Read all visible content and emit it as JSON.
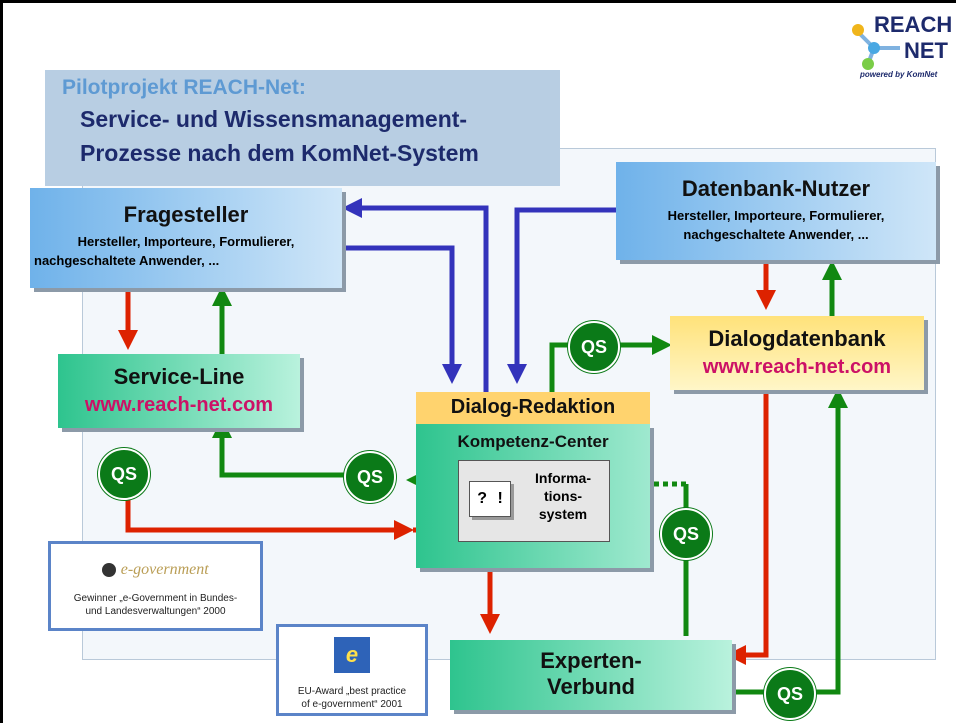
{
  "logo": {
    "line1": "REACH",
    "line2": "NET",
    "tagline": "powered by KomNet"
  },
  "title": {
    "line1": "Pilotprojekt REACH-Net:",
    "line2": "Service- und Wissensmanagement-",
    "line3": "Prozesse nach dem KomNet-System"
  },
  "fragesteller": {
    "title": "Fragesteller",
    "line1": "Hersteller, Importeure, Formulierer,",
    "line2": "nachgeschaltete Anwender, ..."
  },
  "datenbank_nutzer": {
    "title": "Datenbank-Nutzer",
    "line1": "Hersteller, Importeure, Formulierer,",
    "line2": "nachgeschaltete Anwender, ..."
  },
  "service_line": {
    "title": "Service-Line",
    "url": "www.reach-net.com"
  },
  "dialogdatenbank": {
    "title": "Dialogdatenbank",
    "url": "www.reach-net.com"
  },
  "dialog_redaktion": {
    "title": "Dialog-Redaktion"
  },
  "kompetenz_center": {
    "title": "Kompetenz-Center"
  },
  "informationssystem": {
    "line1": "Informa-",
    "line2": "tions-",
    "line3": "system",
    "icon_q": "?",
    "icon_e": "!"
  },
  "experten_verbund": {
    "line1": "Experten-",
    "line2": "Verbund"
  },
  "qs_label": "QS",
  "award1": {
    "logo_text": "e-government",
    "line1": "Gewinner „e-Government in Bundes-",
    "line2": "und Landesverwaltungen“ 2000"
  },
  "award2": {
    "logo_text": "e",
    "line1": "EU-Award „best practice",
    "line2": "of e-government“ 2001"
  },
  "colors": {
    "blue_arrow": "#3333bb",
    "red_arrow": "#dd2200",
    "green_arrow": "#118811",
    "url": "#cc1166"
  }
}
